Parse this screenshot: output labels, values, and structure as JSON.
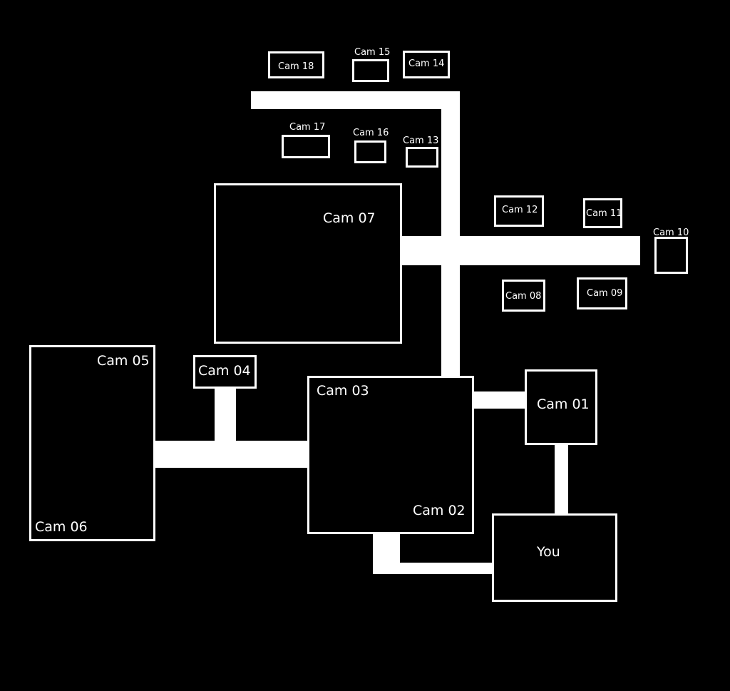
{
  "map": {
    "colors": {
      "background": "#000000",
      "foreground": "#ffffff"
    },
    "rooms": {
      "cam01": "Cam 01",
      "cam02": "Cam 02",
      "cam03": "Cam 03",
      "cam04": "Cam 04",
      "cam05": "Cam 05",
      "cam06": "Cam 06",
      "cam07": "Cam 07",
      "cam08": "Cam 08",
      "cam09": "Cam 09",
      "cam10": "Cam 10",
      "cam11": "Cam 11",
      "cam12": "Cam 12",
      "cam13": "Cam 13",
      "cam14": "Cam 14",
      "cam15": "Cam 15",
      "cam16": "Cam 16",
      "cam17": "Cam 17",
      "cam18": "Cam 18",
      "office": "You"
    }
  }
}
